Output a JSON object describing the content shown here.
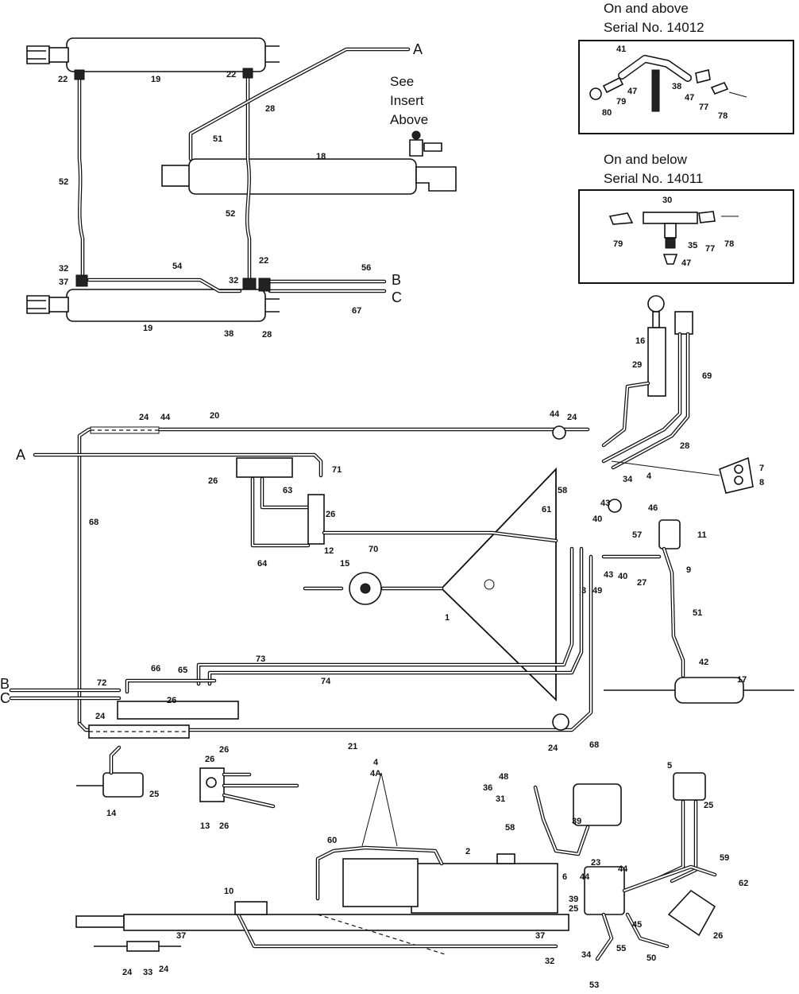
{
  "inserts": {
    "upper": {
      "title_line1": "On and above",
      "title_line2": "Serial No. 14012",
      "labels": [
        "41",
        "47",
        "38",
        "79",
        "80",
        "47",
        "77",
        "78"
      ]
    },
    "lower": {
      "title_line1": "On and below",
      "title_line2": "Serial No. 14011",
      "labels": [
        "30",
        "79",
        "35",
        "77",
        "78",
        "47"
      ]
    }
  },
  "see_insert": {
    "line1": "See",
    "line2": "Insert",
    "line3": "Above"
  },
  "connectors": {
    "A": "A",
    "B": "B",
    "C": "C"
  },
  "callouts": {
    "top_section": [
      "22",
      "19",
      "22",
      "28",
      "51",
      "18",
      "52",
      "52",
      "32",
      "54",
      "22",
      "56",
      "37",
      "32",
      "67",
      "19",
      "38",
      "28"
    ],
    "middle_section": [
      "16",
      "29",
      "69",
      "24",
      "44",
      "20",
      "44",
      "24",
      "28",
      "7",
      "8",
      "58",
      "34",
      "4",
      "26",
      "71",
      "63",
      "26",
      "43",
      "46",
      "61",
      "40",
      "11",
      "68",
      "57",
      "64",
      "12",
      "70",
      "9",
      "15",
      "43",
      "40",
      "27",
      "3",
      "49",
      "1",
      "51",
      "73",
      "42",
      "17",
      "66",
      "65",
      "74",
      "72",
      "26",
      "24",
      "24",
      "68",
      "21"
    ],
    "bottom_section": [
      "4",
      "4A",
      "5",
      "48",
      "36",
      "31",
      "25",
      "26",
      "26",
      "14",
      "25",
      "13",
      "26",
      "58",
      "39",
      "60",
      "2",
      "23",
      "59",
      "44",
      "6",
      "44",
      "62",
      "10",
      "39",
      "25",
      "45",
      "26",
      "37",
      "37",
      "32",
      "34",
      "55",
      "50",
      "24",
      "33",
      "24",
      "53"
    ]
  }
}
